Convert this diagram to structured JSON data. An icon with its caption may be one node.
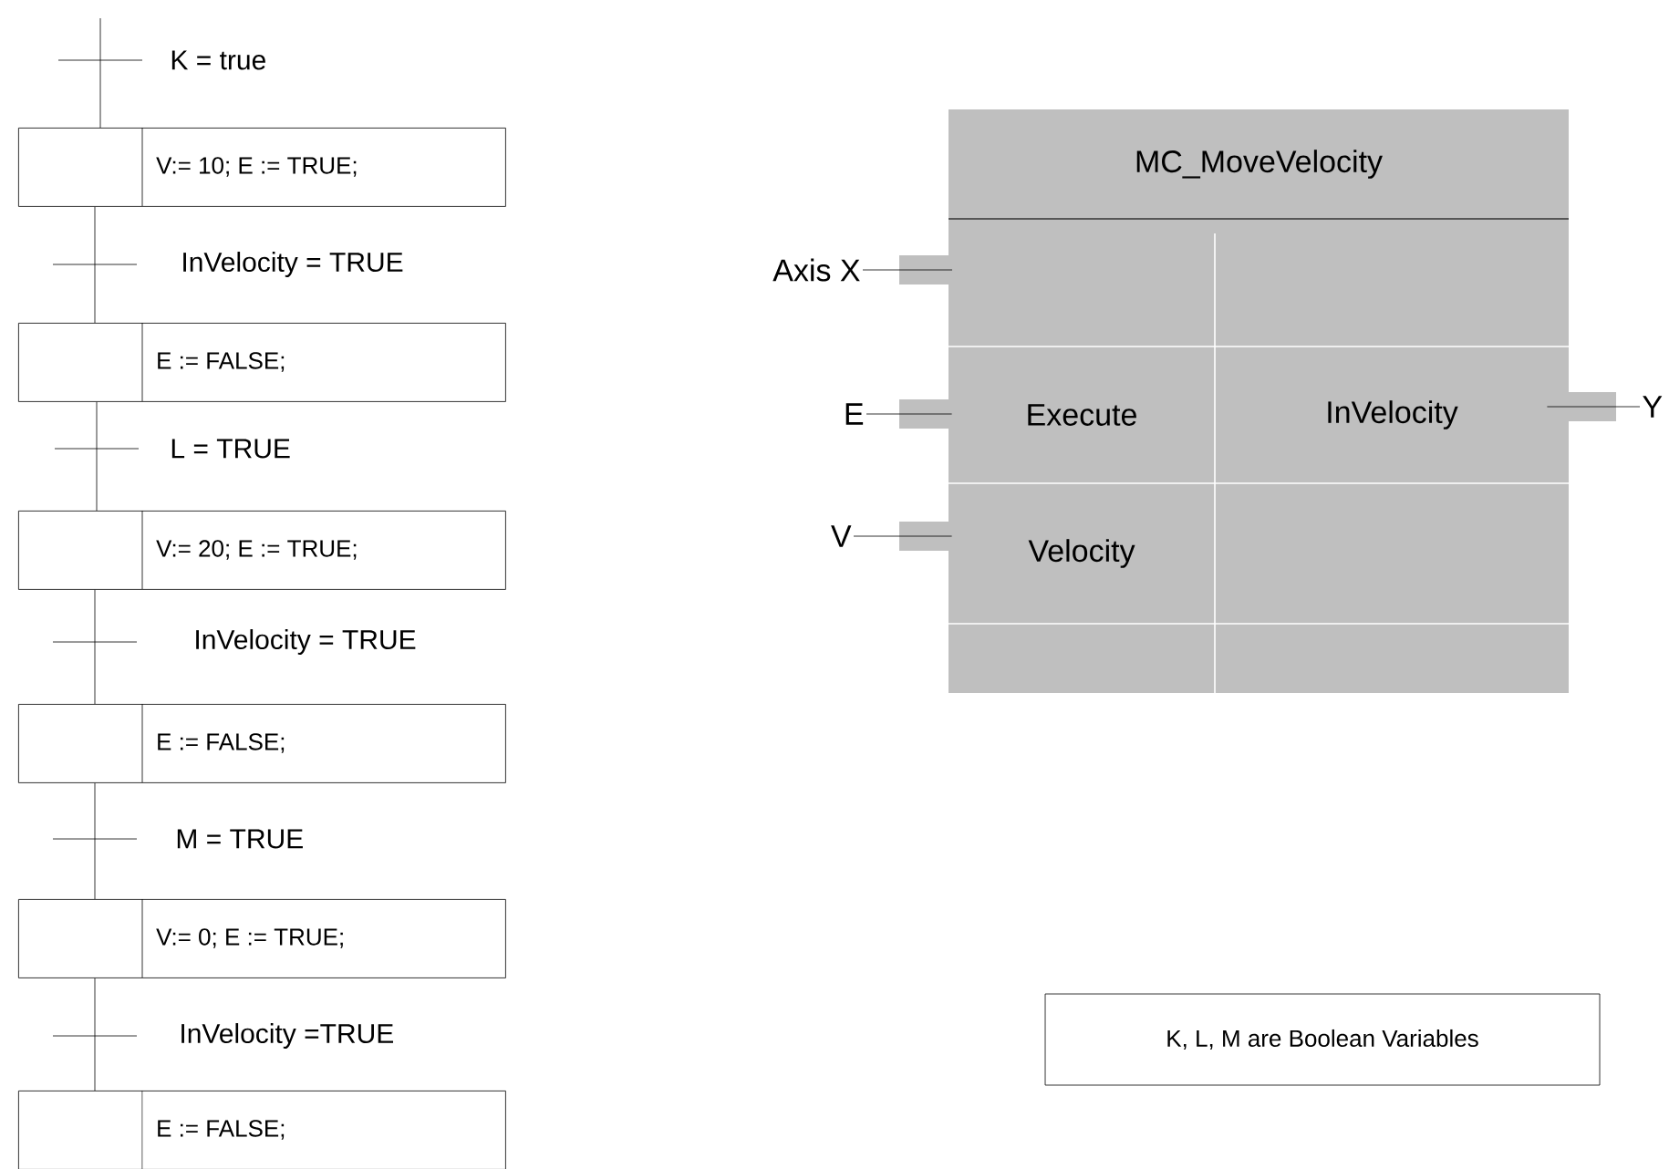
{
  "diagram": {
    "nodes": [
      {
        "text": [
          "V:= 10; E := TRUE;"
        ]
      },
      {
        "text": [
          "E := FALSE;"
        ]
      },
      {
        "text": [
          "V:= 20; E := TRUE;"
        ]
      },
      {
        "text": [
          "E := FALSE;"
        ]
      },
      {
        "text": [
          "V:= 0; E := TRUE;"
        ]
      },
      {
        "text": [
          "E :=  FALSE;"
        ]
      },
      {
        "text": [
          "MC_MoveVelocity"
        ]
      },
      {
        "text": [
          "Execute"
        ],
        "in": 6
      },
      {
        "text": [
          "InVelocity"
        ],
        "in": 6
      },
      {
        "text": [
          "Velocity"
        ],
        "in": 6
      },
      {
        "text": [
          "Axis X"
        ]
      },
      {
        "text": [
          "E"
        ]
      },
      {
        "text": [
          "V"
        ]
      },
      {
        "text": [
          "Y"
        ]
      },
      {
        "text": [
          "K, L, M are Boolean Variables"
        ]
      }
    ],
    "edges": [
      {
        "from": null,
        "to": 0,
        "arrow": "none",
        "label": "K = true"
      },
      {
        "from": 0,
        "to": 1,
        "arrow": "none",
        "label": "InVelocity = TRUE"
      },
      {
        "from": 1,
        "to": 2,
        "arrow": "none",
        "label": "L = TRUE"
      },
      {
        "from": 2,
        "to": 3,
        "arrow": "none",
        "label": "InVelocity = TRUE"
      },
      {
        "from": 3,
        "to": 4,
        "arrow": "none",
        "label": "M = TRUE"
      },
      {
        "from": 4,
        "to": 5,
        "arrow": "none",
        "label": "InVelocity =TRUE"
      },
      {
        "from": 10,
        "to": 6,
        "arrow": "none"
      },
      {
        "from": 11,
        "to": 7,
        "arrow": "none"
      },
      {
        "from": 12,
        "to": 9,
        "arrow": "none"
      },
      {
        "from": 13,
        "to": 8,
        "arrow": "none"
      }
    ]
  }
}
